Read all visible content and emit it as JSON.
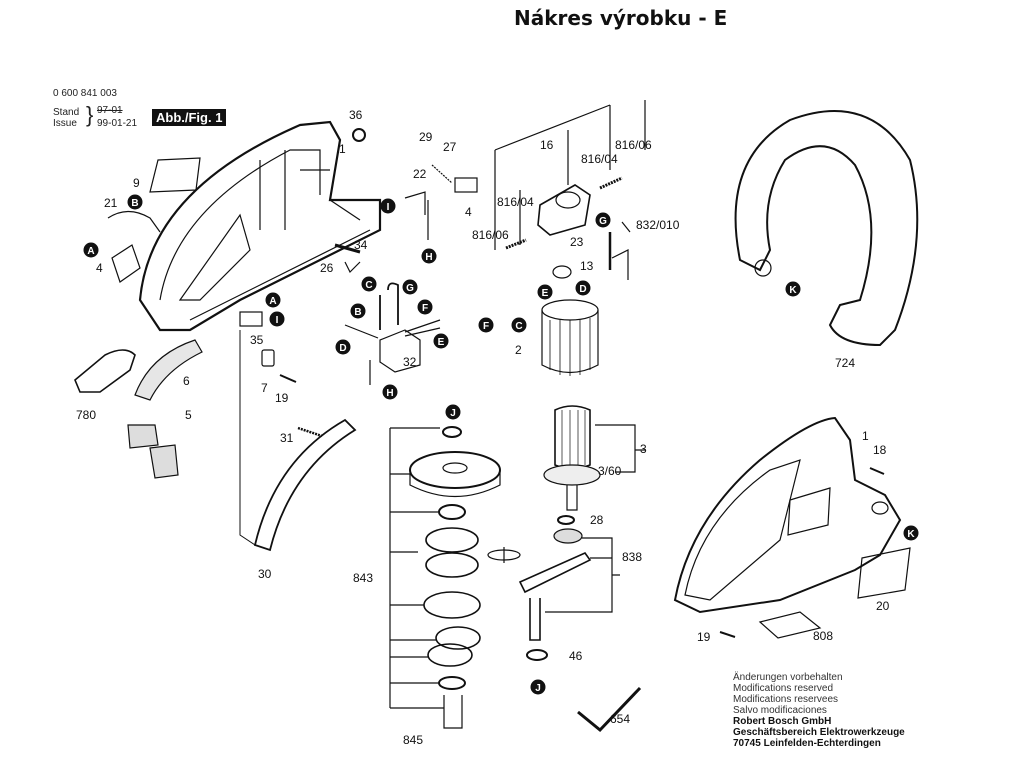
{
  "page": {
    "title": "Nákres výrobku - E"
  },
  "header": {
    "part_number": "0 600 841 003",
    "stand_label": "Stand",
    "issue_label": "Issue",
    "old_date": "97-01",
    "issue_date": "99-01-21",
    "figure_label": "Abb./Fig. 1"
  },
  "callouts": {
    "A": "A",
    "B": "B",
    "C": "C",
    "D": "D",
    "E": "E",
    "F": "F",
    "G": "G",
    "H": "H",
    "I": "I",
    "J": "J",
    "K": "K"
  },
  "parts": {
    "p1": "1",
    "p2": "2",
    "p3": "3",
    "p3_60": "3/60",
    "p4": "4",
    "p5": "5",
    "p6": "6",
    "p7": "7",
    "p9": "9",
    "p13": "13",
    "p16": "16",
    "p18": "18",
    "p19": "19",
    "p20": "20",
    "p21": "21",
    "p22": "22",
    "p23": "23",
    "p26": "26",
    "p27": "27",
    "p28": "28",
    "p29": "29",
    "p30": "30",
    "p31": "31",
    "p32": "32",
    "p34": "34",
    "p35": "35",
    "p36": "36",
    "p46": "46",
    "p654": "654",
    "p724": "724",
    "p780": "780",
    "p808": "808",
    "p816_04": "816/04",
    "p816_06": "816/06",
    "p832_010": "832/010",
    "p838": "838",
    "p843": "843",
    "p845": "845"
  },
  "footer": {
    "lines": [
      "Änderungen vorbehalten",
      "Modifications reserved",
      "Modifications reservees",
      "Salvo modificaciones"
    ],
    "company": "Robert Bosch GmbH",
    "division": "Geschäftsbereich Elektrowerkzeuge",
    "address": "70745 Leinfelden-Echterdingen"
  }
}
